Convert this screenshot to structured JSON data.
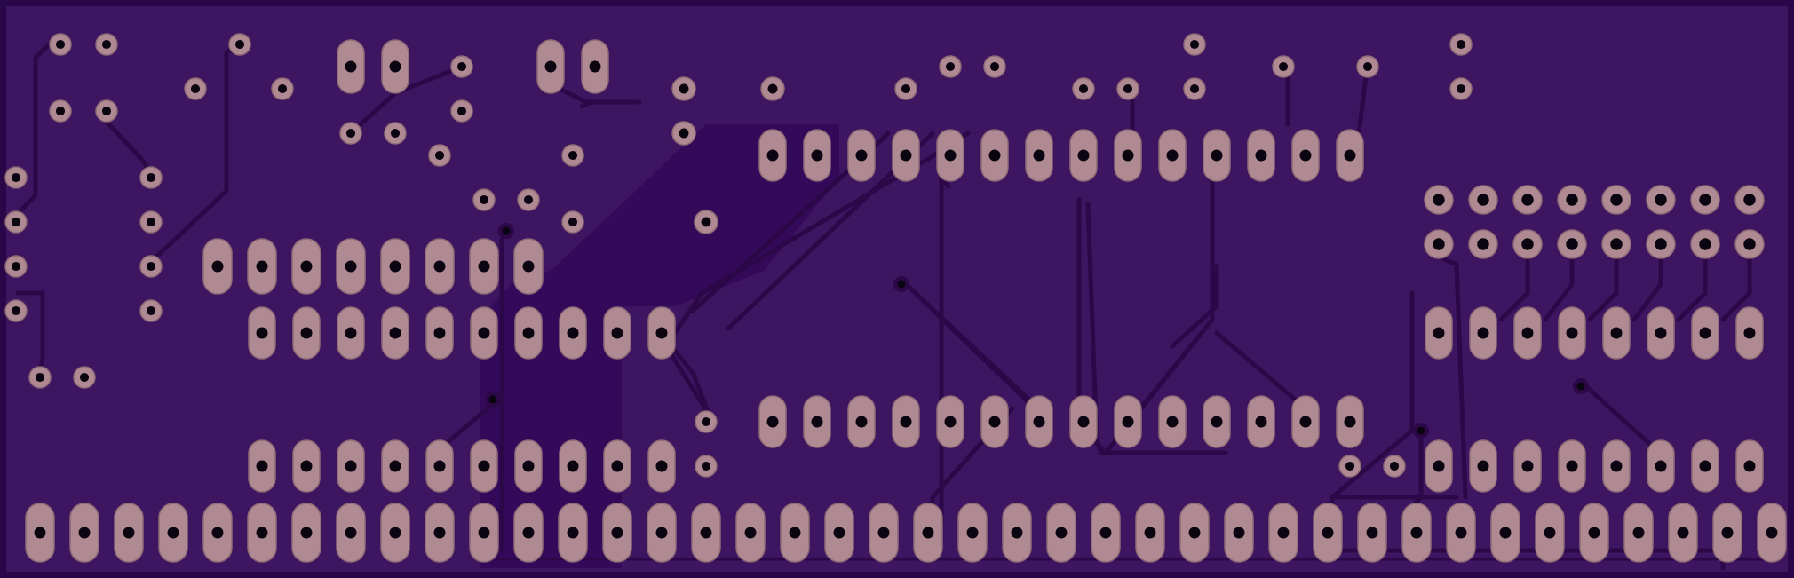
{
  "board": {
    "name": "pcb-bottom-layer-render",
    "colors": {
      "outline": "#2a0748",
      "substrate": "#3e1560",
      "trace": "#2f0a52",
      "trace_dark": "#2c0849",
      "pad": "#b08a92",
      "pad_ring": "#8e6b76",
      "drill": "#0a0510"
    }
  },
  "components": {
    "edge_connector": {
      "label": "edge-connector-pads",
      "pin_count": 40
    },
    "ic_large": {
      "label": "dip-28-footprint",
      "pin_count": 28
    },
    "ic_left_upper": {
      "label": "dip-8-footprint",
      "pin_count": 8
    },
    "ic_left_lower": {
      "label": "dip-20-footprint",
      "pin_count": 20
    },
    "ic_right": {
      "label": "dip-16-footprint",
      "pin_count": 16
    },
    "header_right": {
      "label": "2x8-pin-header",
      "pin_count": 16
    }
  }
}
